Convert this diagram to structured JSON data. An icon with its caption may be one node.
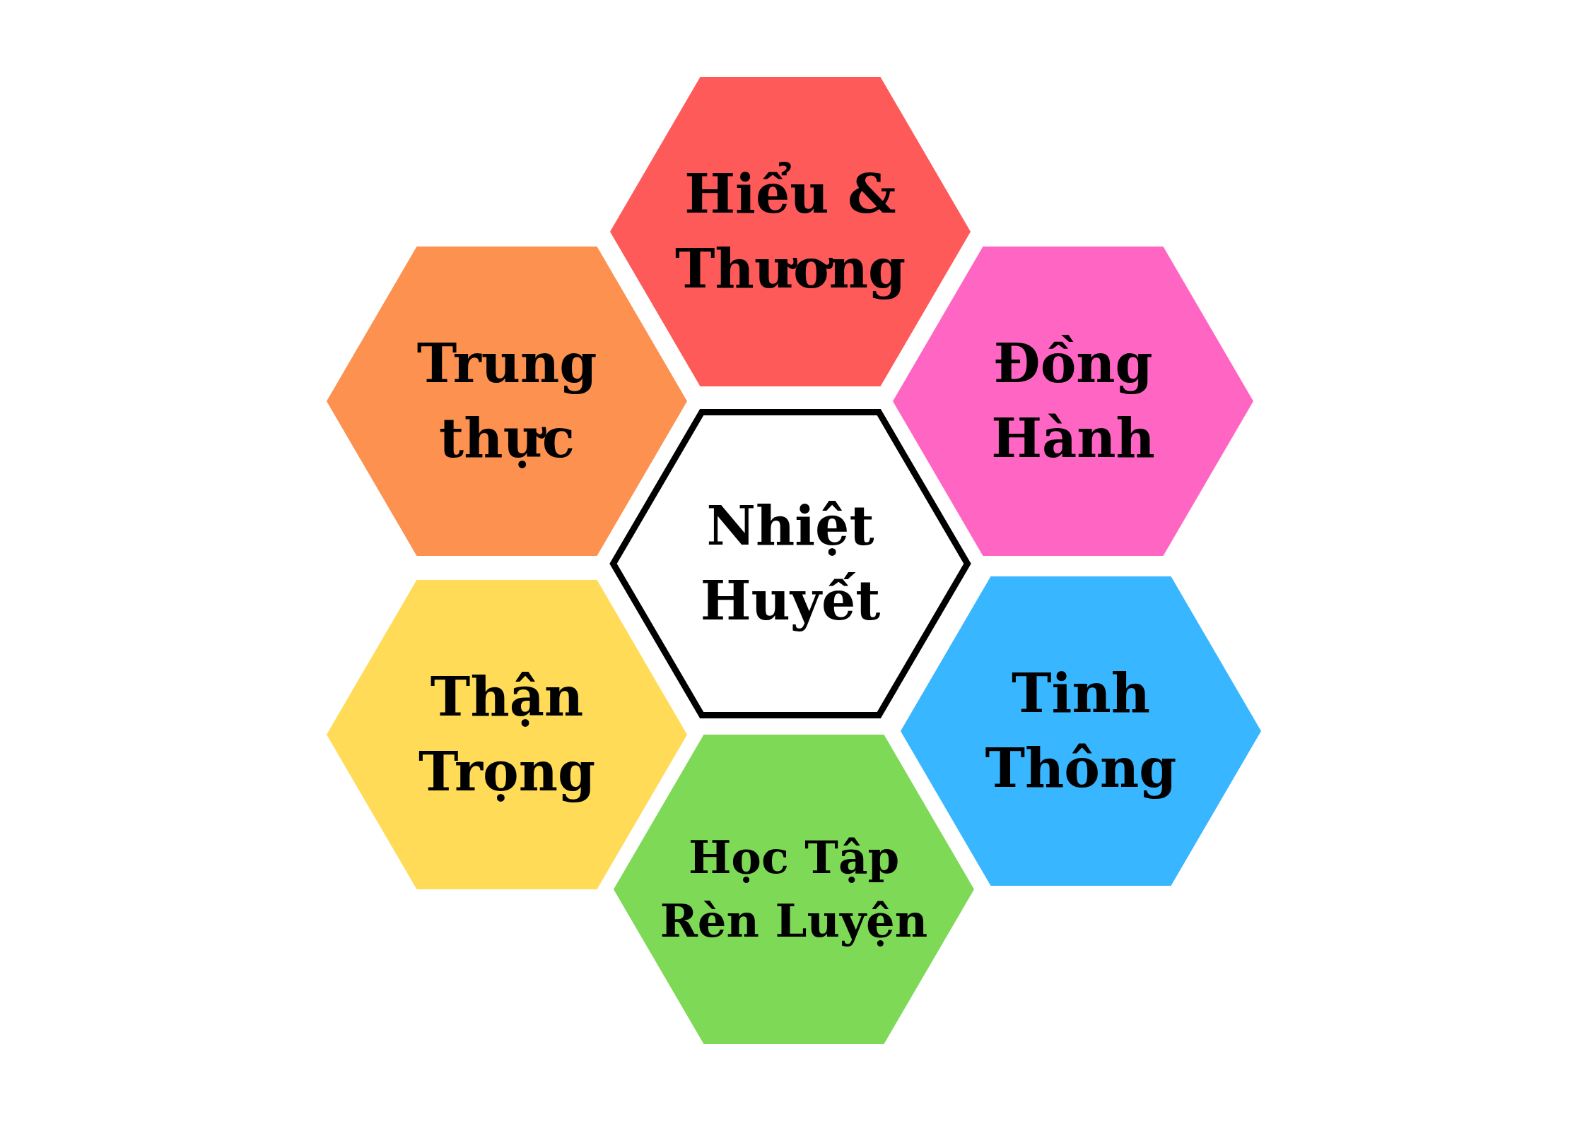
{
  "diagram": {
    "nodes": [
      {
        "text": [
          "Hiểu & Thương"
        ]
      },
      {
        "text": [
          "Trung thực"
        ]
      },
      {
        "text": [
          "Đồng Hành"
        ]
      },
      {
        "text": [
          "Nhiệt Huyết"
        ]
      },
      {
        "text": [
          "Thận Trọng"
        ]
      },
      {
        "text": [
          "Tinh Thông"
        ]
      },
      {
        "text": [
          "Học Tập Rèn Luyện"
        ]
      }
    ]
  }
}
